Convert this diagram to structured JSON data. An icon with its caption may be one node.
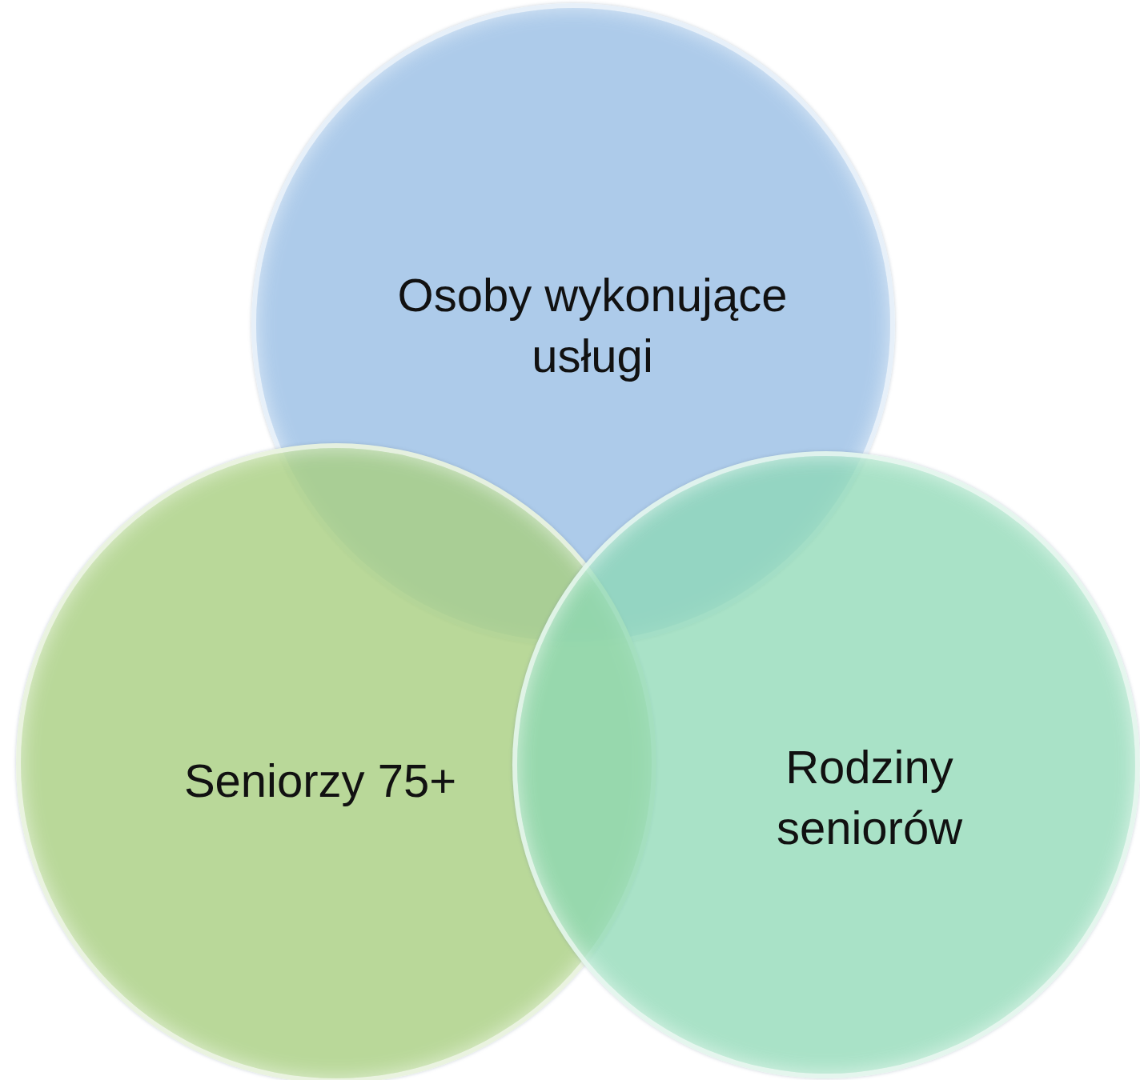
{
  "diagram": {
    "nodes": [
      {
        "text": [
          "Osoby wykonujące usługi"
        ]
      },
      {
        "text": [
          "Seniorzy 75+"
        ]
      },
      {
        "text": [
          "Rodziny seniorów"
        ]
      }
    ]
  }
}
